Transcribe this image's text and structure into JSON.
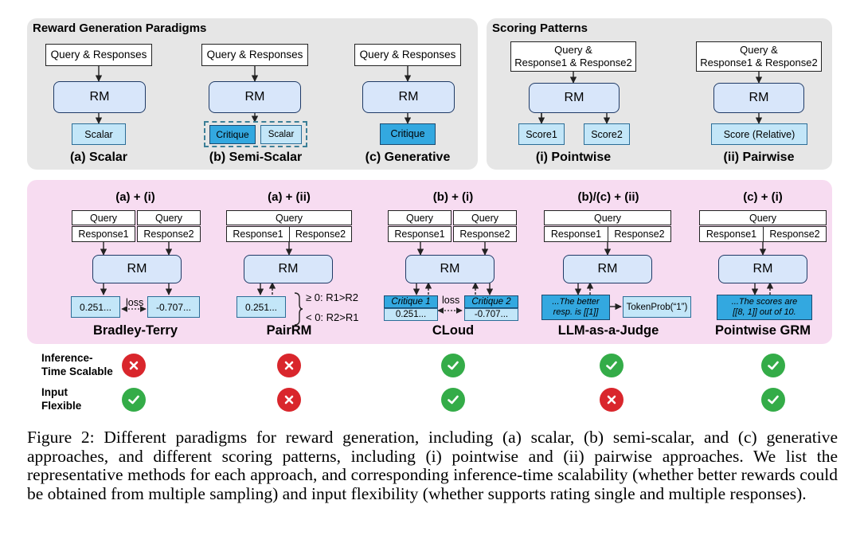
{
  "paradigms": {
    "title": "Reward Generation Paradigms",
    "input": "Query & Responses",
    "rm": "RM",
    "scalar": {
      "output": "Scalar",
      "caption": "(a) Scalar"
    },
    "semi": {
      "critique": "Critique",
      "scalar": "Scalar",
      "caption": "(b) Semi-Scalar"
    },
    "generative": {
      "critique": "Critique",
      "caption": "(c) Generative"
    }
  },
  "patterns": {
    "title": "Scoring Patterns",
    "input": "Query &\nResponse1 & Response2",
    "rm": "RM",
    "pointwise": {
      "score1": "Score1",
      "score2": "Score2",
      "caption": "(i) Pointwise"
    },
    "pairwise": {
      "score": "Score (Relative)",
      "caption": "(ii) Pairwise"
    }
  },
  "methods": [
    {
      "header": "(a) + (i)",
      "query": "Query",
      "query2": "Query",
      "response1": "Response1",
      "response2": "Response2",
      "rm": "RM",
      "out1": "0.251...",
      "loss": "loss",
      "out2": "-0.707...",
      "name": "Bradley-Terry"
    },
    {
      "header": "(a) + (ii)",
      "query": "Query",
      "response1": "Response1",
      "response2": "Response2",
      "rm": "RM",
      "out1": "0.251...",
      "rule1": "≥ 0: R1>R2",
      "rule2": "< 0: R2>R1",
      "name": "PairRM"
    },
    {
      "header": "(b) + (i)",
      "query": "Query",
      "query2": "Query",
      "response1": "Response1",
      "response2": "Response2",
      "rm": "RM",
      "crit1": "Critique 1",
      "val1": "0.251...",
      "loss": "loss",
      "crit2": "Critique 2",
      "val2": "-0.707...",
      "name": "CLoud"
    },
    {
      "header": "(b)/(c) + (ii)",
      "query": "Query",
      "response1": "Response1",
      "response2": "Response2",
      "rm": "RM",
      "out": "...The better\nresp. is [[1]]",
      "tokenprob": "TokenProb(“1”)",
      "name": "LLM-as-a-Judge"
    },
    {
      "header": "(c) + (i)",
      "query": "Query",
      "response1": "Response1",
      "response2": "Response2",
      "rm": "RM",
      "out": "...The scores are\n[[8, 1]] out of 10.",
      "name": "Pointwise GRM"
    }
  ],
  "rows": {
    "scalable_label": "Inference-\nTime Scalable",
    "flexible_label": "Input\nFlexible",
    "scalable": [
      false,
      false,
      true,
      true,
      true
    ],
    "flexible": [
      true,
      false,
      true,
      false,
      true
    ]
  },
  "caption": "Figure 2: Different paradigms for reward generation, including (a) scalar, (b) semi-scalar, and (c) generative approaches, and different scoring patterns, including (i) pointwise and (ii) pairwise approaches. We list the representative methods for each approach, and corresponding inference-time scalability (whether better rewards could be obtained from multiple sampling) and input flexibility (whether supports rating single and multiple responses).",
  "colors": {
    "gray_panel": "#e6e6e6",
    "pink_panel": "#f7dcf1",
    "rm_fill": "#d8e6fa",
    "light_blue": "#c3e6f8",
    "dark_blue": "#33a8e0",
    "check": "#34ac48",
    "cross": "#d9262c"
  },
  "icons": {
    "yes": "check-circle-icon",
    "no": "cross-circle-icon"
  }
}
